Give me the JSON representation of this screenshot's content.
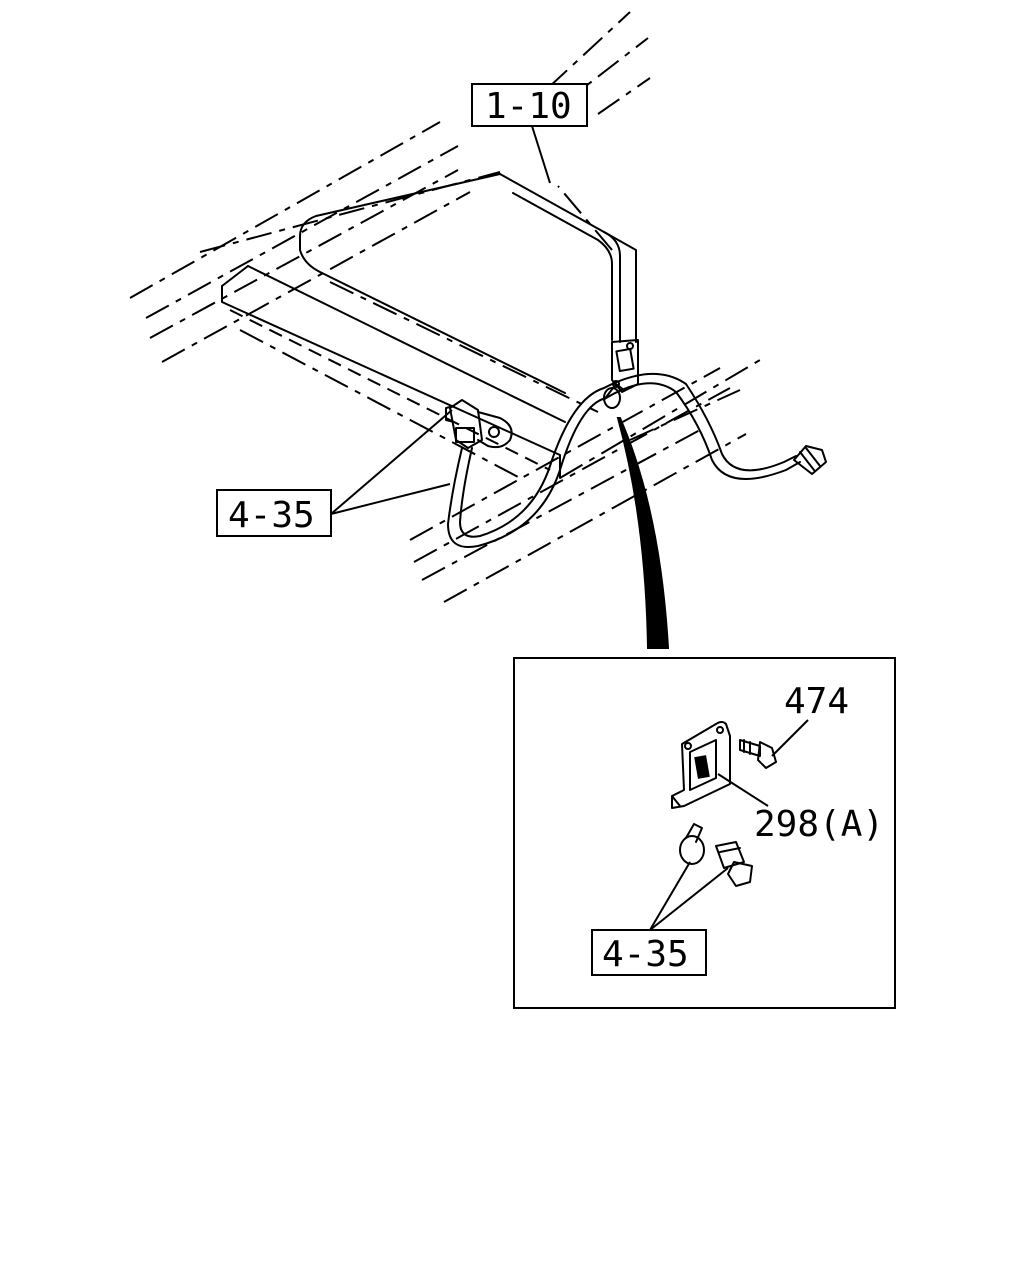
{
  "callouts": {
    "ref_frame": "1-10",
    "ref_clip_main": "4-35",
    "ref_bolt": "474",
    "ref_bracket": "298(A)",
    "ref_clip_detail": "4-35"
  },
  "colors": {
    "ink": "#000000",
    "paper": "#ffffff"
  }
}
